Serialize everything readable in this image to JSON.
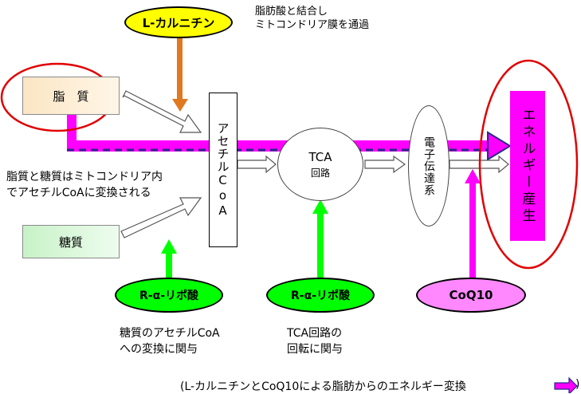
{
  "nodes": {
    "lcarnitine": "L-カルニチン",
    "fat": "脂　質",
    "sugar": "糖質",
    "acetyl_coa": "アセチルCoA",
    "tca": "TCA",
    "tca_sub": "回路",
    "etc": "電子伝達系",
    "energy": "エネルギー産生",
    "ala_left": "R-α-リポ酸",
    "ala_mid": "R-α-リポ酸",
    "coq10": "CoQ10"
  },
  "notes": {
    "carnitine_note": "脂肪酸と結合し\nミトコンドリア膜を通過",
    "lipid_sugar_note": "脂質と糖質はミトコンドリア内\nでアセチルCoAに変換される",
    "ala_left_note": "糖質のアセチルCoA\nへの変換に関与",
    "ala_mid_note": "TCA回路の\n回転に関与"
  },
  "legend": {
    "text": "(L-カルニチンとCoQ10による脂肪からのエネルギー変換",
    "close": ")"
  },
  "colors": {
    "magenta": "#ff00ff",
    "yellow": "#ffff00",
    "green": "#00ff00",
    "orange": "#e07820",
    "red": "#e00000",
    "pink": "#ff88ff"
  }
}
